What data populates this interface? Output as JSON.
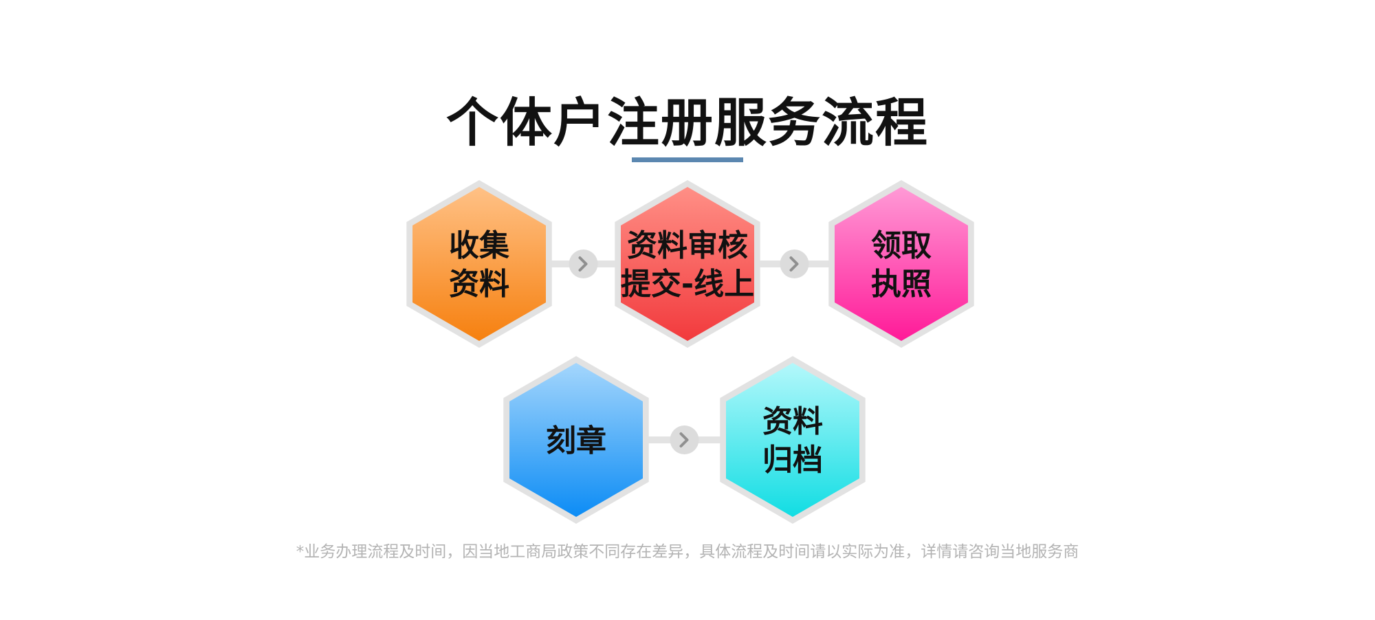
{
  "title": "个体户注册服务流程",
  "colors": {
    "title_underline": "#5b87b0",
    "hex_border": "#e2e2e2",
    "connector": "#e3e3e3",
    "connector_dot": "#dcdcdc",
    "connector_arrow": "#8f8f8f",
    "footnote": "#b3b3b3"
  },
  "steps": [
    {
      "id": "collect",
      "lines": [
        "收集",
        "资料"
      ],
      "gradient": [
        "#ffc186",
        "#f6800f"
      ]
    },
    {
      "id": "review",
      "lines": [
        "资料审核",
        "提交-线上"
      ],
      "gradient": [
        "#ff8f86",
        "#f23a3d"
      ]
    },
    {
      "id": "license",
      "lines": [
        "领取",
        "执照"
      ],
      "gradient": [
        "#ff9ad6",
        "#ff1a98"
      ]
    },
    {
      "id": "seal",
      "lines": [
        "刻章"
      ],
      "gradient": [
        "#a4d6fc",
        "#0c8cf5"
      ]
    },
    {
      "id": "archive",
      "lines": [
        "资料",
        "归档"
      ],
      "gradient": [
        "#b4f8fb",
        "#11dde3"
      ]
    }
  ],
  "connectors": [
    {
      "from": "collect",
      "to": "review",
      "icon": "chevron-right-icon"
    },
    {
      "from": "review",
      "to": "license",
      "icon": "chevron-right-icon"
    },
    {
      "from": "seal",
      "to": "archive",
      "icon": "chevron-right-icon"
    }
  ],
  "footnote": "*业务办理流程及时间，因当地工商局政策不同存在差异，具体流程及时间请以实际为准，详情请咨询当地服务商"
}
